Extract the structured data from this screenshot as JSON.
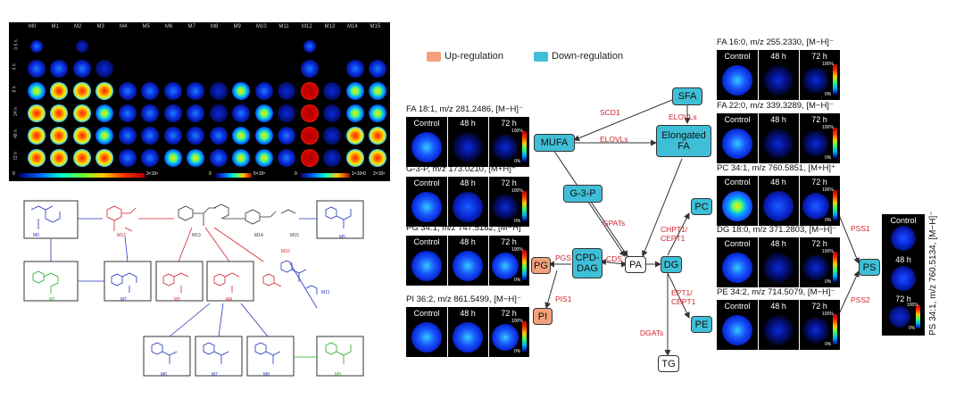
{
  "msi": {
    "columns": [
      "M0",
      "M1",
      "M2",
      "M3",
      "M4",
      "M5",
      "M6",
      "M7",
      "M8",
      "M9",
      "M10",
      "M11",
      "M12",
      "M13",
      "M14",
      "M15"
    ],
    "rows": [
      "0.5 h",
      "4 h",
      "8 h",
      "24 h",
      "48 h",
      "72 h"
    ],
    "scalebar": {
      "seg1_min": "0",
      "seg1_max": "3×10⁵",
      "seg2_min": "0",
      "seg2_max": "5×10⁵",
      "seg3_min": "0",
      "seg3_max": "1×10⁶",
      "seg4_min": "0",
      "seg4_max": "2×10⁵"
    }
  },
  "structures": {
    "labels": [
      "M0",
      "M1",
      "M2",
      "M3",
      "M4",
      "M5",
      "M6",
      "M7",
      "M8",
      "M9",
      "M10",
      "M11",
      "M12",
      "M13",
      "M14",
      "M15"
    ]
  },
  "legend": {
    "up": "Up-regulation",
    "down": "Down-regulation"
  },
  "colors": {
    "up": "#f4a07c",
    "down": "#3fbfd7",
    "arrow": "#333333",
    "enzyme": "#d2232a"
  },
  "nodes": {
    "sfa": "SFA",
    "mufa": "MUFA",
    "elongated": "Elongated FA",
    "g3p": "G-3-P",
    "pa": "PA",
    "cpd_dag": "CPD-DAG",
    "pg": "PG",
    "pi": "PI",
    "dg": "DG",
    "pc": "PC",
    "pe": "PE",
    "ps": "PS",
    "tg": "TG"
  },
  "enzymes": {
    "scd1": "SCD1",
    "elovls1": "ELOVLs",
    "elovls2": "ELOVLs",
    "gpats": "GPATs",
    "cds": "CDS",
    "pgs": "PGS",
    "pis1": "PIS1",
    "chpt1": "CHPT1/ CEPT1",
    "ept1": "EPT1/ CEPT1",
    "dgats": "DGATs",
    "pss1": "PSS1",
    "pss2": "PSS2"
  },
  "panels": {
    "headers": {
      "control": "Control",
      "h48": "48 h",
      "h72": "72 h"
    },
    "scale_max": "100%",
    "scale_min": "0%",
    "fa181": "FA 18:1, m/z 281.2486, [M−H]⁻",
    "g3p": "G-3-P, m/z 173.0210, [M+H]⁺",
    "pg": "PG 34:1, m/z 747.5182, [M−H]⁻",
    "pi": "PI 36:2, m/z 861.5499, [M−H]⁻",
    "fa160": "FA 16:0, m/z 255.2330, [M−H]⁻",
    "fa220": "FA 22:0, m/z 339.3289, [M−H]⁻",
    "pc": "PC 34:1, m/z 760.5851, [M+H]⁺",
    "dg": "DG 18:0, m/z 371.2803, [M−H]⁻",
    "pe": "PE 34:2, m/z 714.5079, [M−H]⁻",
    "ps": "PS 34:1, m/z 760.5134, [M−H]⁻"
  }
}
